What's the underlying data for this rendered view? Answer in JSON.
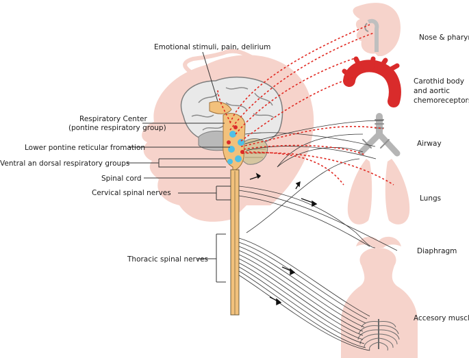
{
  "labels": {
    "emotional": "Emotional stimuli, pain, delirium",
    "resp_center_1": "Respiratory Center",
    "resp_center_2": "(pontine respiratory group)",
    "lower_pontine": "Lower pontine reticular fromation",
    "ventral_dorsal": "Ventral an dorsal respiratory groups",
    "spinal_cord": "Spinal cord",
    "cervical": "Cervical spinal nerves",
    "thoracic": "Thoracic spinal nerves"
  },
  "targets": {
    "nose": "Nose & pharynx",
    "carotid_1": "Carothid body",
    "carotid_2": "and  aortic",
    "carotid_3": "chemoreceptors",
    "airway": "Airway",
    "lungs": "Lungs",
    "diaphragm": "Diaphragm",
    "accessory": "Accesory muscles"
  },
  "colors": {
    "silhouette": "#f6d3cb",
    "spinal": "#f2c17c",
    "aorta": "#d92b2b",
    "dotted": "#e0261f",
    "cyan": "#4fc0e6"
  }
}
